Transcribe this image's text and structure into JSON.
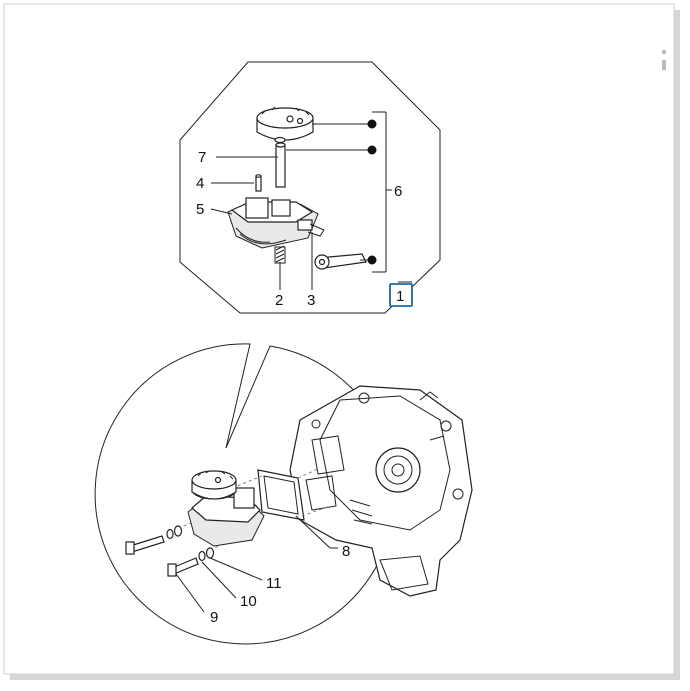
{
  "diagram": {
    "part_labels": {
      "p1": "1",
      "p2": "2",
      "p3": "3",
      "p4": "4",
      "p5": "5",
      "p6": "6",
      "p7": "7",
      "p8": "8",
      "p9": "9",
      "p10": "10",
      "p11": "11"
    },
    "colors": {
      "highlight_box": "#1a6aa6",
      "line": "#222222",
      "frame_shadow": "#c8c8c8"
    }
  }
}
